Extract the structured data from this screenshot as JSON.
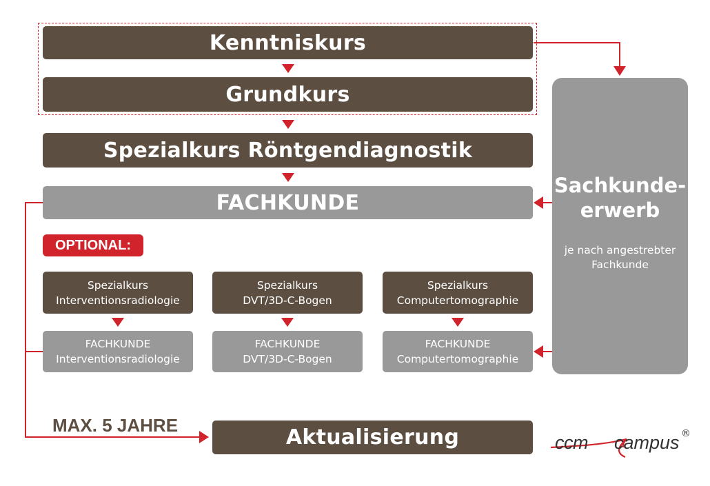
{
  "colors": {
    "brown": "#5d4e42",
    "gray": "#999999",
    "accent_red": "#d0232b"
  },
  "main_flow": {
    "kenntniskurs": "Kenntniskurs",
    "grundkurs": "Grundkurs",
    "spezialkurs": "Spezialkurs Röntgendiagnostik",
    "fachkunde": "FACHKUNDE"
  },
  "optional_label": "OPTIONAL:",
  "optional_columns": [
    {
      "course_line1": "Spezialkurs",
      "course_line2": "Interventionsradiologie",
      "result_line1": "FACHKUNDE",
      "result_line2": "Interventionsradiologie"
    },
    {
      "course_line1": "Spezialkurs",
      "course_line2": "DVT/3D-C-Bogen",
      "result_line1": "FACHKUNDE",
      "result_line2": "DVT/3D-C-Bogen"
    },
    {
      "course_line1": "Spezialkurs",
      "course_line2": "Computertomographie",
      "result_line1": "FACHKUNDE",
      "result_line2": "Computertomographie"
    }
  ],
  "side_panel": {
    "title_line1": "Sachkunde-",
    "title_line2": "erwerb",
    "note_line1": "je nach angestrebter",
    "note_line2": "Fachkunde"
  },
  "max_years": "MAX. 5 JAHRE",
  "aktualisierung": "Aktualisierung",
  "logo": {
    "part1": "ccm",
    "part2": "campus",
    "registered": "®"
  }
}
